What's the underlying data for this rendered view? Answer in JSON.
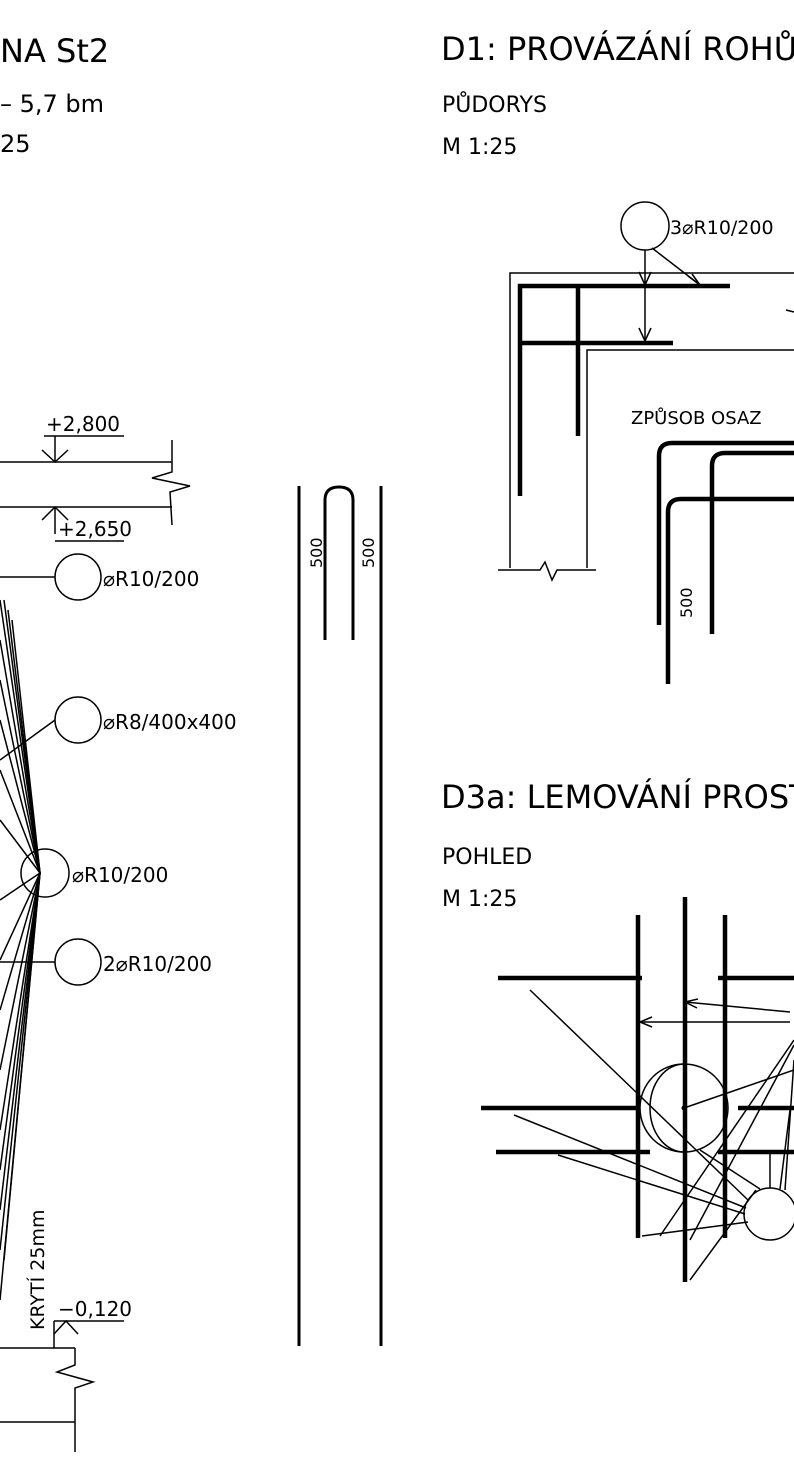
{
  "left_sheet": {
    "title": "NA St2",
    "subtitle": "– 5,7 bm",
    "scale": "25",
    "level_top": "+2,800",
    "level_slab": "+2,650",
    "callout_1": "⌀R10/200",
    "callout_2": "⌀R8/400x400",
    "callout_3": "⌀R10/200",
    "callout_4": "2⌀R10/200",
    "cover_note": "KRYTÍ 25mm",
    "level_bottom": "−0,120",
    "dim_left": "500",
    "dim_right": "500"
  },
  "d1": {
    "title": "D1: PROVÁZÁNÍ ROHŮ",
    "view": "PŮDORYS",
    "scale": "M 1:25",
    "callout": "3⌀R10/200",
    "label": "ZPŮSOB OSAZ",
    "dim": "500"
  },
  "d3a": {
    "title": "D3a: LEMOVÁNÍ PROST",
    "view": "POHLED",
    "scale": "M 1:25"
  }
}
